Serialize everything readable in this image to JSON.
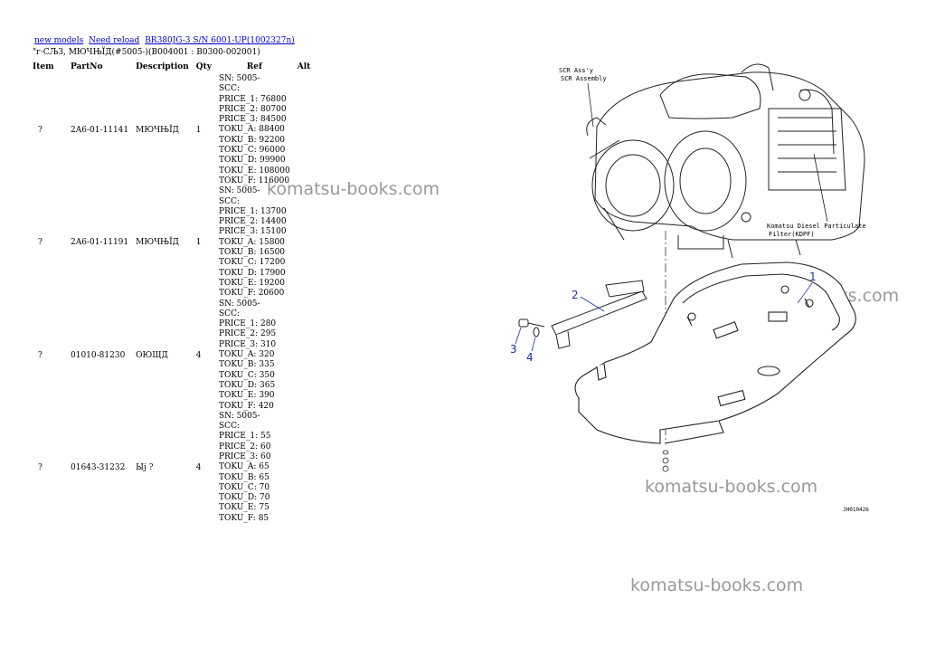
{
  "nav": {
    "links": [
      "new models",
      "Need reload",
      "BR380JG-3 S/N 6001-UP(1002327n)"
    ]
  },
  "subtitle": "\"г·СЉЗ, МЮЧЊЇД(#5005-)(B004001 : B0300-002001)",
  "table": {
    "headers": [
      "Item",
      "PartNo",
      "Description",
      "Qty",
      "Ref",
      "Alt"
    ],
    "rows": [
      {
        "item": "?",
        "part_no": "2A6-01-11141",
        "description": "МЮЧЊЇД",
        "qty": "1",
        "ref": [
          "SN: 5005-",
          "SCC:",
          "PRICE_1: 76800",
          "PRICE_2: 80700",
          "PRICE_3: 84500",
          "TOKU_A: 88400",
          "TOKU_B: 92200",
          "TOKU_C: 96000",
          "TOKU_D: 99900",
          "TOKU_E: 108000",
          "TOKU_F: 116000"
        ]
      },
      {
        "item": "?",
        "part_no": "2A6-01-11191",
        "description": "МЮЧЊЇД",
        "qty": "1",
        "ref": [
          "SN: 5005-",
          "SCC:",
          "PRICE_1: 13700",
          "PRICE_2: 14400",
          "PRICE_3: 15100",
          "TOKU_A: 15800",
          "TOKU_B: 16500",
          "TOKU_C: 17200",
          "TOKU_D: 17900",
          "TOKU_E: 19200",
          "TOKU_F: 20600"
        ]
      },
      {
        "item": "?",
        "part_no": "01010-81230",
        "description": "ОЮЩД",
        "qty": "4",
        "ref": [
          "SN: 5005-",
          "SCC:",
          "PRICE_1: 280",
          "PRICE_2: 295",
          "PRICE_3: 310",
          "TOKU_A: 320",
          "TOKU_B: 335",
          "TOKU_C: 350",
          "TOKU_D: 365",
          "TOKU_E: 390",
          "TOKU_F: 420"
        ]
      },
      {
        "item": "?",
        "part_no": "01643-31232",
        "description": "Ыј ?",
        "qty": "4",
        "ref": [
          "SN: 5005-",
          "SCC:",
          "PRICE_1: 55",
          "PRICE_2: 60",
          "PRICE_3: 60",
          "TOKU_A: 65",
          "TOKU_B: 65",
          "TOKU_C: 70",
          "TOKU_D: 70",
          "TOKU_E: 75",
          "TOKU_F: 85"
        ]
      }
    ]
  },
  "watermarks": [
    "komatsu-books.com",
    "komatsu-books.com",
    "komatsu-books.com",
    "komatsu-books.com"
  ],
  "diagram": {
    "callouts": [
      "1",
      "2",
      "3",
      "4"
    ],
    "scr_label": [
      "SCR Ass'y",
      "SCR Assembly"
    ],
    "filter_label": [
      "Komatsu Diesel Particulate",
      "Filter(KDPF)"
    ],
    "drawing_code": "JH010426"
  }
}
